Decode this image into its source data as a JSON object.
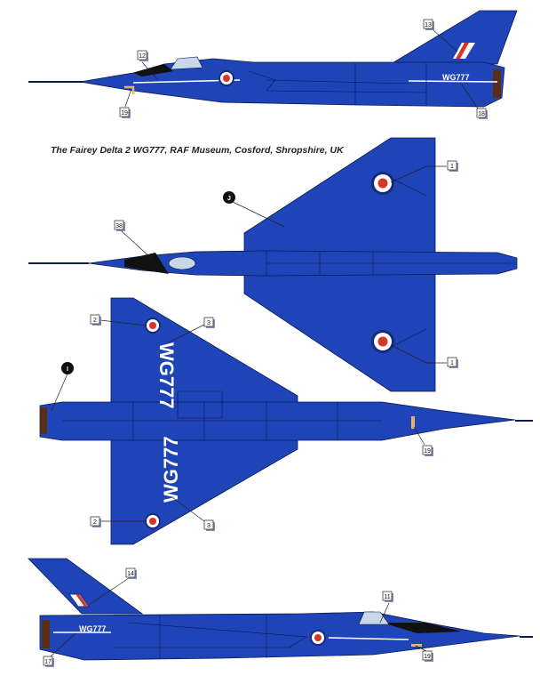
{
  "caption": "The Fairey Delta 2 WG777, RAF Museum, Cosford, Shropshire, UK",
  "serial": "WG777",
  "colors": {
    "airframe": "#1f44b8",
    "roundel_red": "#d8342a",
    "roundel_white": "#ffffff",
    "roundel_blue": "#1a2a7a",
    "exhaust": "#5a2e14",
    "canopy": "#c8d8e8",
    "antiglare": "#111111",
    "marker": "#e8b070"
  },
  "views": {
    "side_left": {
      "callouts": [
        "13",
        "12",
        "19",
        "18"
      ]
    },
    "top": {
      "callouts": [
        "1",
        "1",
        "38"
      ],
      "marker": "J"
    },
    "bottom": {
      "callouts": [
        "2",
        "3",
        "2",
        "3",
        "19"
      ],
      "marker": "I"
    },
    "side_right": {
      "callouts": [
        "14",
        "11",
        "17",
        "19"
      ]
    }
  }
}
